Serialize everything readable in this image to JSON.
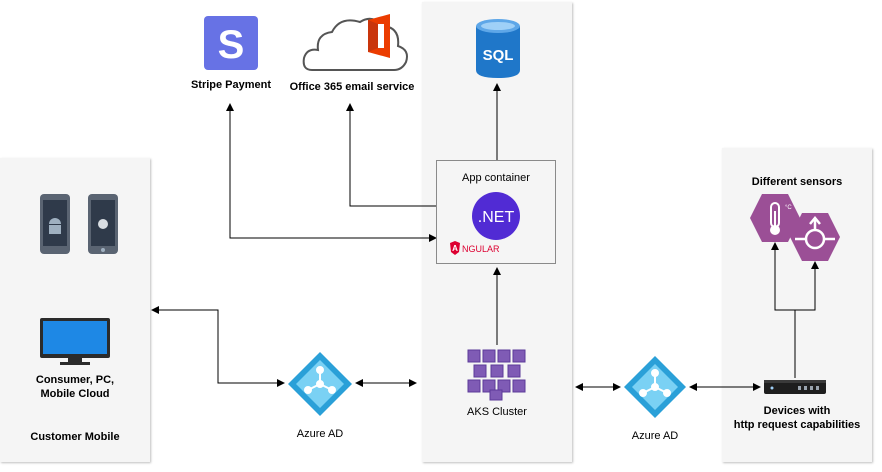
{
  "services": {
    "stripe": {
      "label": "Stripe Payment",
      "glyph": "S"
    },
    "office": {
      "label": "Office 365 email service"
    },
    "sql": {
      "label": "SQL"
    }
  },
  "app_container": {
    "title": "App container",
    "dotnet": ".NET",
    "angular_initial": "A",
    "angular_rest": "NGULAR"
  },
  "aks": {
    "label": "AKS Cluster"
  },
  "customer": {
    "devices_label_line1": "Consumer, PC,",
    "devices_label_line2": "Mobile Cloud",
    "title": "Customer Mobile"
  },
  "azure_ad_left": {
    "label": "Azure AD"
  },
  "azure_ad_right": {
    "label": "Azure AD"
  },
  "sensors": {
    "title": "Different sensors",
    "devices_line1": "Devices with",
    "devices_line2": "http request capabilities"
  },
  "colors": {
    "panel": "#f5f5f5",
    "stripe": "#6772e5",
    "office_red": "#eb3c00",
    "sql_blue": "#1f77c9",
    "dotnet_purple": "#512bd4",
    "angular_red": "#dd0031",
    "azure_ad": "#2aa0d8",
    "aks_purple": "#7f5bb5",
    "sensor_purple": "#9b4f96",
    "sensor_dark": "#1e1e1e"
  }
}
